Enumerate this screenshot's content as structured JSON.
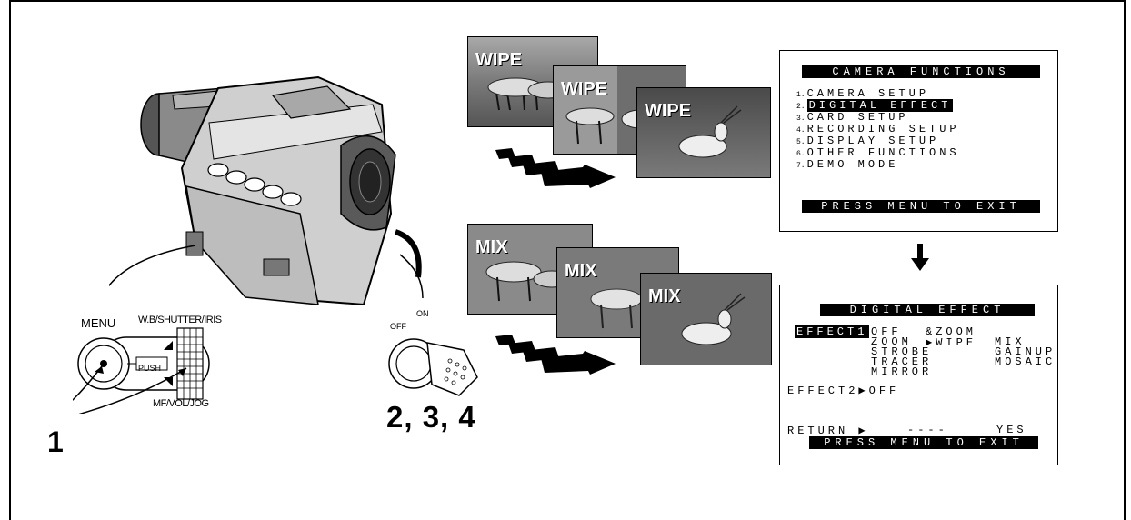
{
  "step_labels": {
    "step1": "1",
    "steps234": "2, 3, 4"
  },
  "controls": {
    "menu_label": "MENU",
    "wb_label": "W.B/SHUTTER/IRIS",
    "mf_label": "MF/VOL/JOG",
    "push_label": "PUSH",
    "off_label": "OFF",
    "on_label": "ON"
  },
  "wipe_frames": [
    "WIPE",
    "WIPE",
    "WIPE"
  ],
  "mix_frames": [
    "MIX",
    "MIX",
    "MIX"
  ],
  "camera_functions_menu": {
    "title": "CAMERA FUNCTIONS",
    "items": [
      {
        "num": "1.",
        "label": "CAMERA SETUP"
      },
      {
        "num": "2.",
        "label": "DIGITAL EFFECT"
      },
      {
        "num": "3.",
        "label": "CARD SETUP"
      },
      {
        "num": "4.",
        "label": "RECORDING SETUP"
      },
      {
        "num": "5.",
        "label": "DISPLAY SETUP"
      },
      {
        "num": "6.",
        "label": "OTHER FUNCTIONS"
      },
      {
        "num": "7.",
        "label": "DEMO MODE"
      }
    ],
    "footer": "PRESS MENU TO EXIT"
  },
  "digital_effect_menu": {
    "title": "DIGITAL EFFECT",
    "effect1_label": "EFFECT1",
    "effect1_rows": [
      [
        "OFF",
        "&ZOOM",
        ""
      ],
      [
        "ZOOM",
        "▶WIPE",
        "MIX"
      ],
      [
        "STROBE",
        "",
        "GAINUP"
      ],
      [
        "TRACER",
        "",
        "MOSAIC"
      ],
      [
        "MIRROR",
        "",
        ""
      ]
    ],
    "effect2": "EFFECT2▶OFF",
    "return_label": "RETURN ▶",
    "return_dashes": "----",
    "return_yes": "YES",
    "footer": "PRESS MENU TO EXIT"
  }
}
